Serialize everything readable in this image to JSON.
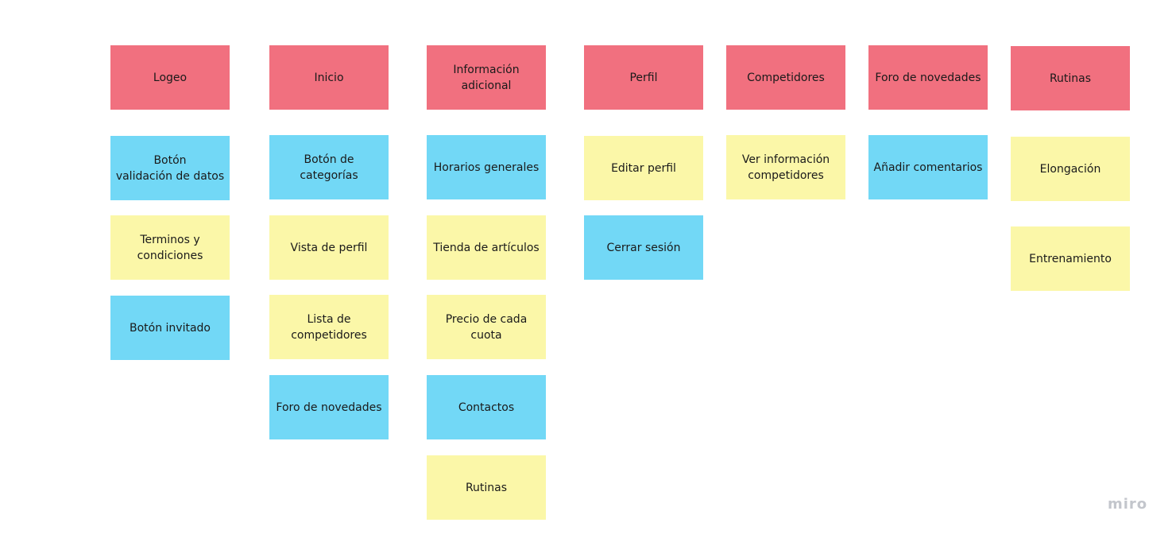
{
  "columns": [
    {
      "id": "logeo",
      "notes": [
        {
          "text": "Logeo",
          "color": "red"
        },
        {
          "text": "Botón\nvalidación de datos",
          "color": "blue"
        },
        {
          "text": "Terminos y\ncondiciones",
          "color": "yellow"
        },
        {
          "text": "Botón invitado",
          "color": "blue"
        }
      ]
    },
    {
      "id": "inicio",
      "notes": [
        {
          "text": "Inicio",
          "color": "red"
        },
        {
          "text": "Botón de categorías",
          "color": "blue"
        },
        {
          "text": "Vista de perfil",
          "color": "yellow"
        },
        {
          "text": "Lista de\ncompetidores",
          "color": "yellow"
        },
        {
          "text": "Foro de novedades",
          "color": "blue"
        }
      ]
    },
    {
      "id": "informacion",
      "notes": [
        {
          "text": "Información\nadicional",
          "color": "red"
        },
        {
          "text": "Horarios generales",
          "color": "blue"
        },
        {
          "text": "Tienda de artículos",
          "color": "yellow"
        },
        {
          "text": "Precio de cada\ncuota",
          "color": "yellow"
        },
        {
          "text": "Contactos",
          "color": "blue"
        },
        {
          "text": "Rutinas",
          "color": "yellow"
        }
      ]
    },
    {
      "id": "perfil",
      "notes": [
        {
          "text": "Perfil",
          "color": "red"
        },
        {
          "text": "Editar perfil",
          "color": "yellow"
        },
        {
          "text": "Cerrar sesión",
          "color": "blue"
        }
      ]
    },
    {
      "id": "competidores",
      "notes": [
        {
          "text": "Competidores",
          "color": "red"
        },
        {
          "text": "Ver información\ncompetidores",
          "color": "yellow"
        }
      ]
    },
    {
      "id": "foro",
      "notes": [
        {
          "text": "Foro de novedades",
          "color": "red"
        },
        {
          "text": "Añadir comentarios",
          "color": "blue"
        }
      ]
    },
    {
      "id": "rutinas",
      "notes": [
        {
          "text": "Rutinas",
          "color": "red"
        },
        {
          "text": "Elongación",
          "color": "yellow"
        },
        {
          "text": "Entrenamiento",
          "color": "yellow"
        }
      ]
    }
  ],
  "colors": {
    "red": "#f1707f",
    "blue": "#72d8f6",
    "yellow": "#fbf7a8"
  },
  "watermark": "miro"
}
